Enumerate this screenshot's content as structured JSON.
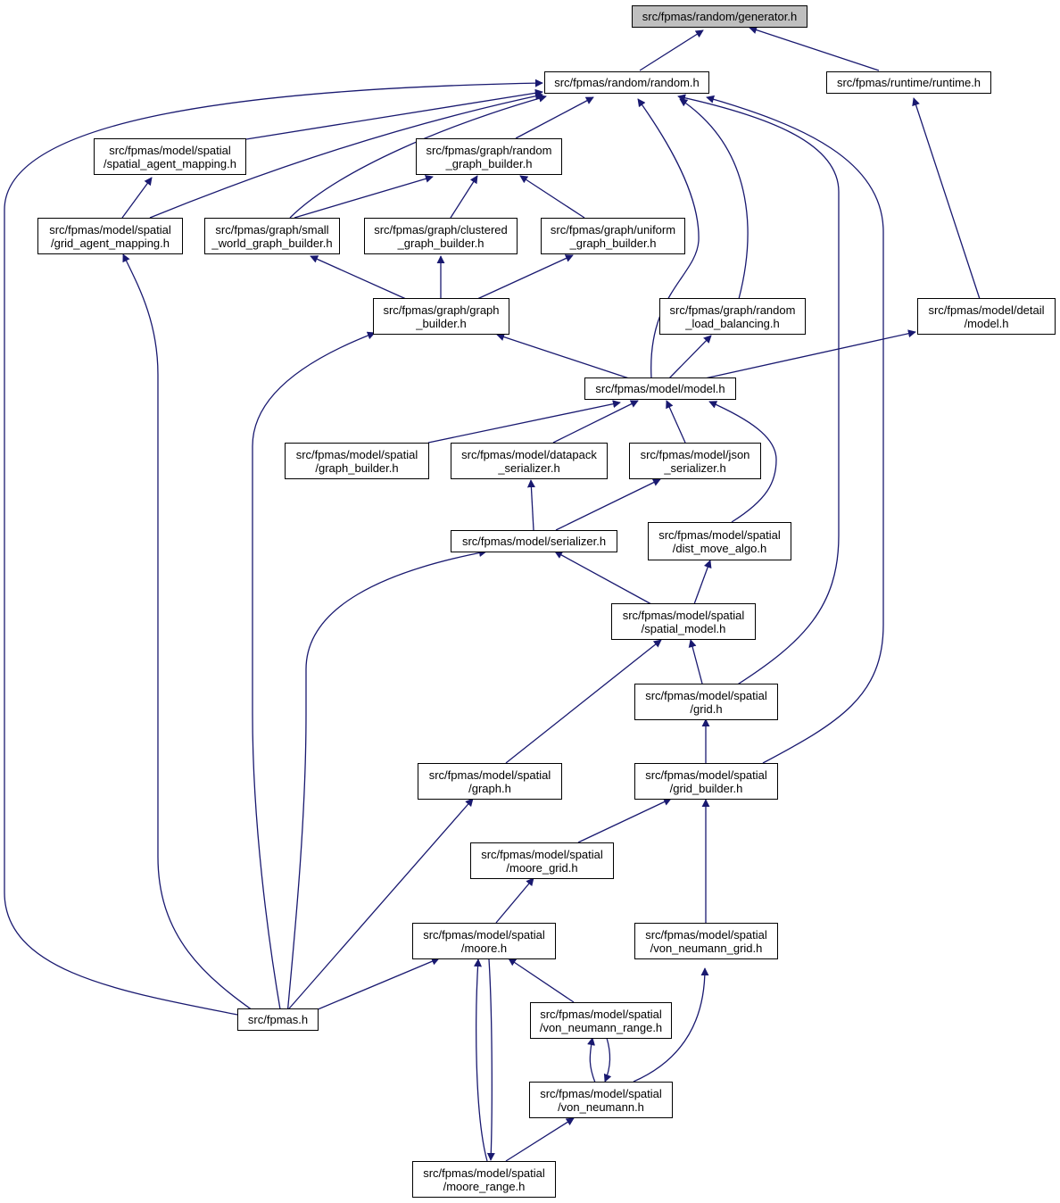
{
  "colors": {
    "edge": "#191970",
    "node_border": "#000000",
    "node_fill": "#ffffff",
    "root_fill": "#bfbfbf"
  },
  "nodes": {
    "generator": {
      "lines": [
        "src/fpmas/random/generator.h"
      ]
    },
    "random": {
      "lines": [
        "src/fpmas/random/random.h"
      ]
    },
    "runtime": {
      "lines": [
        "src/fpmas/runtime/runtime.h"
      ]
    },
    "spatial_agent_mapping": {
      "lines": [
        "src/fpmas/model/spatial",
        "/spatial_agent_mapping.h"
      ]
    },
    "random_graph_builder": {
      "lines": [
        "src/fpmas/graph/random",
        "_graph_builder.h"
      ]
    },
    "grid_agent_mapping": {
      "lines": [
        "src/fpmas/model/spatial",
        "/grid_agent_mapping.h"
      ]
    },
    "small_world": {
      "lines": [
        "src/fpmas/graph/small",
        "_world_graph_builder.h"
      ]
    },
    "clustered": {
      "lines": [
        "src/fpmas/graph/clustered",
        "_graph_builder.h"
      ]
    },
    "uniform": {
      "lines": [
        "src/fpmas/graph/uniform",
        "_graph_builder.h"
      ]
    },
    "graph_builder": {
      "lines": [
        "src/fpmas/graph/graph",
        "_builder.h"
      ]
    },
    "random_lb": {
      "lines": [
        "src/fpmas/graph/random",
        "_load_balancing.h"
      ]
    },
    "detail_model": {
      "lines": [
        "src/fpmas/model/detail",
        "/model.h"
      ]
    },
    "model": {
      "lines": [
        "src/fpmas/model/model.h"
      ]
    },
    "spatial_graph_builder": {
      "lines": [
        "src/fpmas/model/spatial",
        "/graph_builder.h"
      ]
    },
    "datapack": {
      "lines": [
        "src/fpmas/model/datapack",
        "_serializer.h"
      ]
    },
    "json": {
      "lines": [
        "src/fpmas/model/json",
        "_serializer.h"
      ]
    },
    "serializer": {
      "lines": [
        "src/fpmas/model/serializer.h"
      ]
    },
    "dist_move": {
      "lines": [
        "src/fpmas/model/spatial",
        "/dist_move_algo.h"
      ]
    },
    "spatial_model": {
      "lines": [
        "src/fpmas/model/spatial",
        "/spatial_model.h"
      ]
    },
    "grid": {
      "lines": [
        "src/fpmas/model/spatial",
        "/grid.h"
      ]
    },
    "spatial_graph": {
      "lines": [
        "src/fpmas/model/spatial",
        "/graph.h"
      ]
    },
    "grid_builder": {
      "lines": [
        "src/fpmas/model/spatial",
        "/grid_builder.h"
      ]
    },
    "moore_grid": {
      "lines": [
        "src/fpmas/model/spatial",
        "/moore_grid.h"
      ]
    },
    "moore": {
      "lines": [
        "src/fpmas/model/spatial",
        "/moore.h"
      ]
    },
    "vn_grid": {
      "lines": [
        "src/fpmas/model/spatial",
        "/von_neumann_grid.h"
      ]
    },
    "fpmas": {
      "lines": [
        "src/fpmas.h"
      ]
    },
    "vn_range": {
      "lines": [
        "src/fpmas/model/spatial",
        "/von_neumann_range.h"
      ]
    },
    "vn": {
      "lines": [
        "src/fpmas/model/spatial",
        "/von_neumann.h"
      ]
    },
    "moore_range": {
      "lines": [
        "src/fpmas/model/spatial",
        "/moore_range.h"
      ]
    }
  }
}
